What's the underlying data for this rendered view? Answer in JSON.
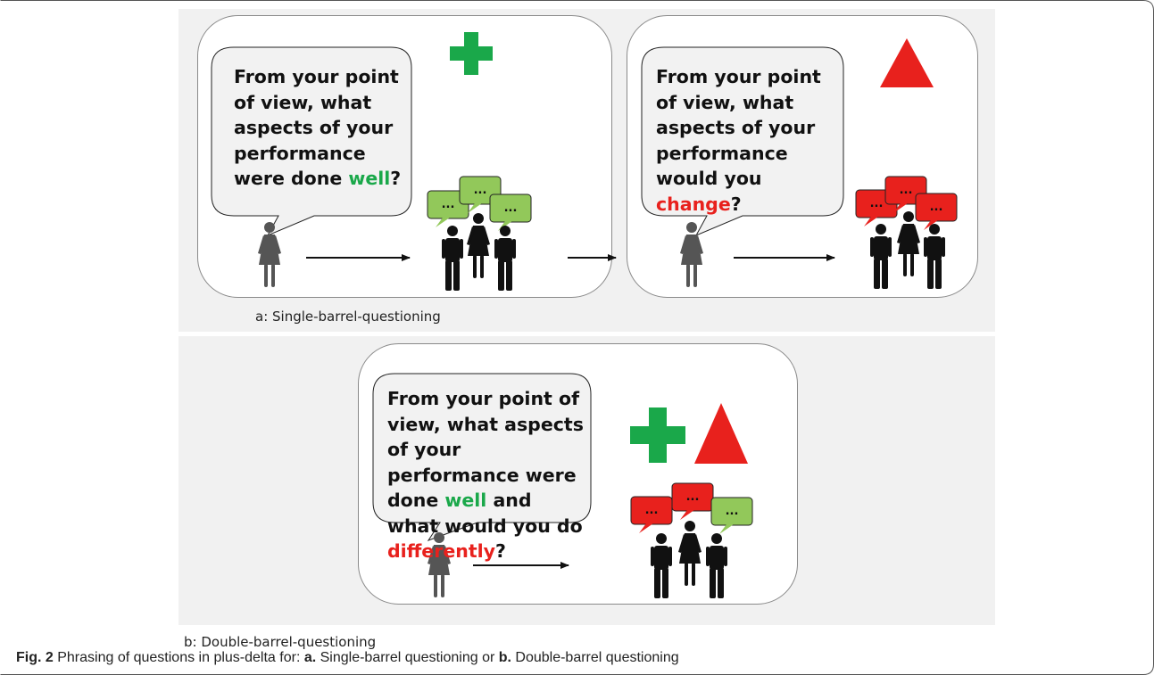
{
  "panels": [
    {
      "label": "a: Single-barrel-questioning",
      "cards": [
        {
          "question_parts": [
            {
              "text": "From your point of view, what aspects of your performance were done ",
              "tone": "plain"
            },
            {
              "text": "well",
              "tone": "green"
            },
            {
              "text": "?",
              "tone": "plain"
            }
          ],
          "symbols": [
            "plus-icon"
          ],
          "bubble_colors": [
            "green",
            "green",
            "green"
          ]
        },
        {
          "question_parts": [
            {
              "text": "From your point of view, what aspects of your performance would you ",
              "tone": "plain"
            },
            {
              "text": "change",
              "tone": "red"
            },
            {
              "text": "?",
              "tone": "plain"
            }
          ],
          "symbols": [
            "delta-triangle-icon"
          ],
          "bubble_colors": [
            "red",
            "red",
            "red"
          ]
        }
      ]
    },
    {
      "label": "b: Double-barrel-questioning",
      "cards": [
        {
          "question_parts": [
            {
              "text": "From your point of view, what aspects of your performance were done ",
              "tone": "plain"
            },
            {
              "text": "well",
              "tone": "green"
            },
            {
              "text": " and what would you do ",
              "tone": "plain"
            },
            {
              "text": "differently",
              "tone": "red"
            },
            {
              "text": "?",
              "tone": "plain"
            }
          ],
          "symbols": [
            "plus-icon",
            "delta-triangle-icon"
          ],
          "bubble_colors": [
            "red",
            "red",
            "green"
          ]
        }
      ]
    }
  ],
  "bubble_text": "...",
  "colors": {
    "green": "#1aa84a",
    "bubble_green": "#92c85a",
    "red": "#e8211d",
    "figure": "#111111",
    "facilitator": "#555555",
    "panel_background": "#f1f1f1"
  },
  "caption": {
    "fig": "Fig. 2",
    "text1": " Phrasing of questions in plus-delta for: ",
    "a": "a.",
    "text2": " Single-barrel questioning or ",
    "b": "b.",
    "text3": " Double-barrel questioning"
  }
}
